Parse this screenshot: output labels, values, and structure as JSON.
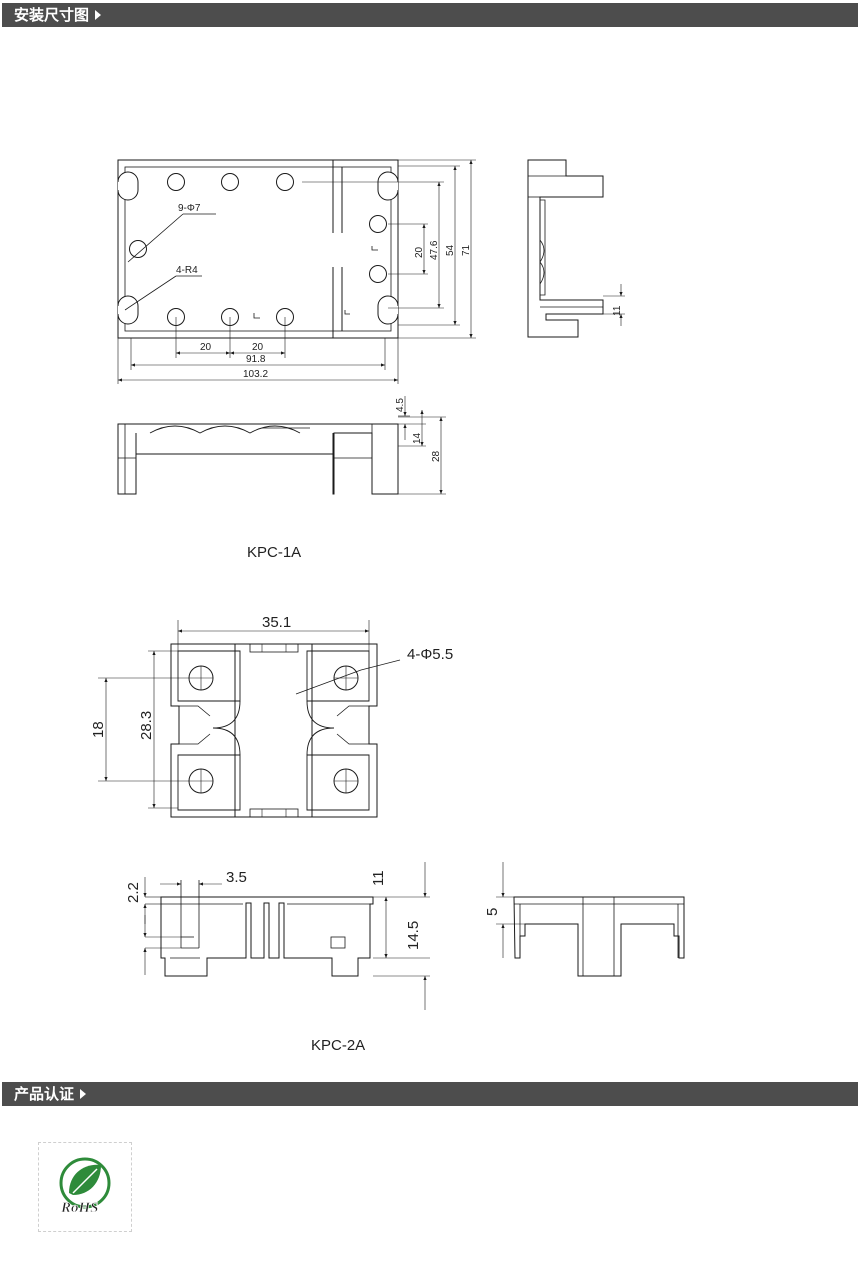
{
  "sections": {
    "install": {
      "title": "安装尺寸图"
    },
    "cert": {
      "title": "产品认证"
    }
  },
  "kpc1a": {
    "name": "KPC-1A",
    "hole_label": "9-Φ7",
    "radius_label": "4-R4",
    "dims": {
      "d20a": "20",
      "d20b": "20",
      "d918": "91.8",
      "d1032": "103.2",
      "v20": "20",
      "v476": "47.6",
      "v54": "54",
      "v71": "71",
      "v11": "11",
      "h45": "4.5",
      "h14": "14",
      "h28": "28"
    }
  },
  "kpc2a": {
    "name": "KPC-2A",
    "hole_label": "4-Φ5.5",
    "dims": {
      "w351": "35.1",
      "h283": "28.3",
      "h18": "18",
      "h22": "2.2",
      "w35": "3.5",
      "h11": "11",
      "h145": "14.5",
      "h5": "5"
    }
  },
  "certification": {
    "logo_text": "RoHS",
    "icon": "rohs-leaf-icon"
  },
  "colors": {
    "bar": "#4d4d4d",
    "line": "#1a1a1a",
    "rohs_green": "#2e8b3a"
  }
}
